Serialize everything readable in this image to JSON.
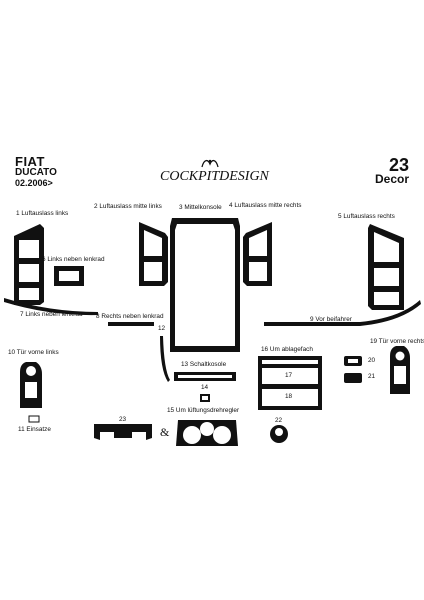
{
  "brand": {
    "make": "FIAT",
    "model": "DUCATO",
    "year": "02.2006>"
  },
  "decor": {
    "number": "23",
    "word": "Decor"
  },
  "logo": {
    "text": "COCKPITDESIGN"
  },
  "labels": {
    "p1": "1 Luftauslass links",
    "p2": "2 Luftauslass mitte links",
    "p3": "3 Mittelkonsole",
    "p4": "4 Luftauslass mitte rechts",
    "p5": "5 Luftauslass rechts",
    "p6": "6 Links neben lenkrad",
    "p7": "7 Links neben lenkrad",
    "p8": "8 Rechts neben lenkrad",
    "p9": "9 Vor beifahrer",
    "p10": "10 Tür vorne links",
    "p11": "11 Einsatze",
    "p12": "12",
    "p13": "13 Schaltkosole",
    "p14": "14",
    "p15": "15 Um lüftungsdrehregler",
    "p16": "16 Um ablagefach",
    "p17": "17",
    "p18": "18",
    "p19": "19 Tür vorne rechts",
    "p20": "20",
    "p21": "21",
    "p22": "22",
    "p23": "23",
    "amp": "&"
  },
  "colors": {
    "part": "#111111",
    "background": "#ffffff"
  }
}
